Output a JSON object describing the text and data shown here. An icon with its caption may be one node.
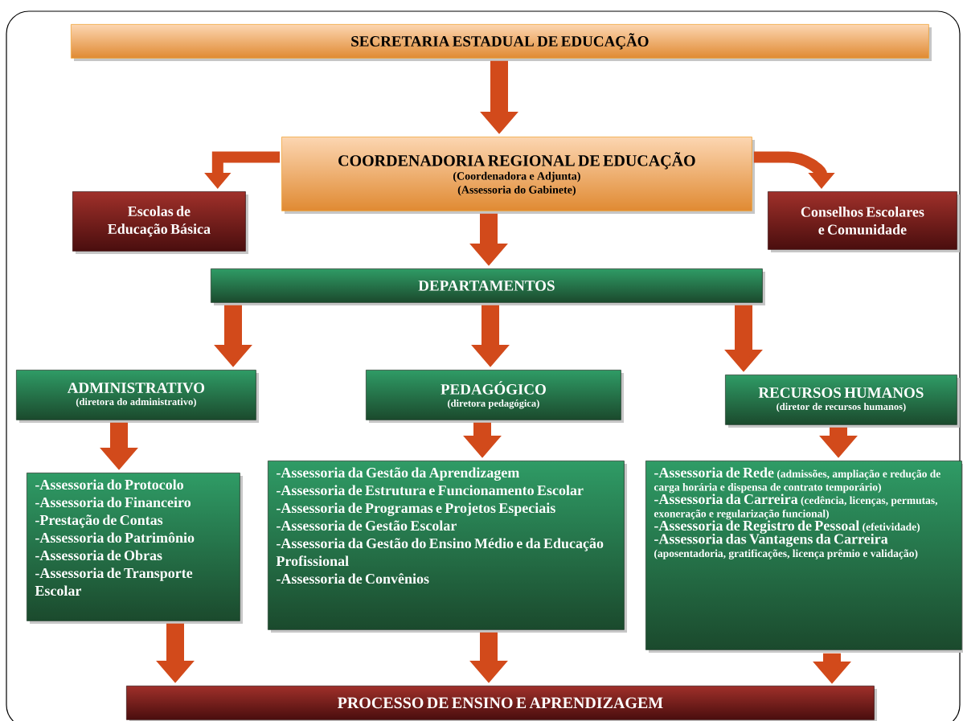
{
  "diagram": {
    "nodes": [
      {
        "text": [
          "SECRETARIA  ESTADUAL  DE EDUCAÇÃO"
        ]
      },
      {
        "text": [
          "COORDENADORIA  REGIONAL DE EDUCAÇÃO",
          "(Coordenadora  e Adjunta)",
          "(Assessoria do Gabinete)"
        ]
      },
      {
        "text": [
          "Escolas de Educação Básica"
        ]
      },
      {
        "text": [
          "Conselhos Escolares e Comunidade"
        ]
      },
      {
        "text": [
          "DEPARTAMENTOS"
        ]
      },
      {
        "text": [
          "ADMINISTRATIVO",
          "(diretora do administrativo)"
        ]
      },
      {
        "text": [
          "PEDAGÓGICO",
          "(diretora pedagógica)"
        ]
      },
      {
        "text": [
          "RECURSOS HUMANOS",
          "(diretor de recursos humanos)"
        ]
      },
      {
        "text": [
          "-Assessoria do Protocolo",
          "-Assessoria do Financeiro",
          "-Prestação de Contas",
          "-Assessoria do Patrimônio",
          "-Assessoria de Obras",
          "-Assessoria de Transporte Escolar"
        ]
      },
      {
        "text": [
          "-Assessoria da Gestão da Aprendizagem",
          "-Assessoria de Estrutura  e Funcionamento Escolar",
          "-Assessoria de Programas  e Projetos Especiais",
          "-Assessoria de Gestão Escolar",
          "-Assessoria da Gestão do Ensino Médio  e da Educação  Profissional",
          "-Assessoria de Convênios"
        ]
      },
      {
        "text": [
          "-Assessoria de Rede",
          "(admissões, ampliação e redução de carga horária e dispensa de contrato temporário)",
          "-Assessoria da Carreira",
          "(cedência, licenças, permutas, exoneração e regularização funcional)",
          "-Assessoria de Registro de Pessoal",
          "(efetividade)",
          "-Assessoria das Vantagens da Carreira",
          "(aposentadoria, gratificações, licença prêmio e validação)"
        ]
      },
      {
        "text": [
          "PROCESSO DE ENSINO E APRENDIZAGEM"
        ]
      }
    ],
    "edges": [
      {
        "from": 0,
        "to": 1,
        "arrow": "to"
      },
      {
        "from": 1,
        "to": 2,
        "arrow": "to"
      },
      {
        "from": 1,
        "to": 3,
        "arrow": "to"
      },
      {
        "from": 1,
        "to": 4,
        "arrow": "to"
      },
      {
        "from": 4,
        "to": 5,
        "arrow": "to"
      },
      {
        "from": 4,
        "to": 6,
        "arrow": "to"
      },
      {
        "from": 4,
        "to": 7,
        "arrow": "to"
      },
      {
        "from": 5,
        "to": 8,
        "arrow": "to"
      },
      {
        "from": 6,
        "to": 9,
        "arrow": "to"
      },
      {
        "from": 7,
        "to": 10,
        "arrow": "to"
      },
      {
        "from": 8,
        "to": 11,
        "arrow": "to"
      },
      {
        "from": 9,
        "to": 11,
        "arrow": "to"
      },
      {
        "from": 10,
        "to": 11,
        "arrow": "to"
      }
    ]
  }
}
